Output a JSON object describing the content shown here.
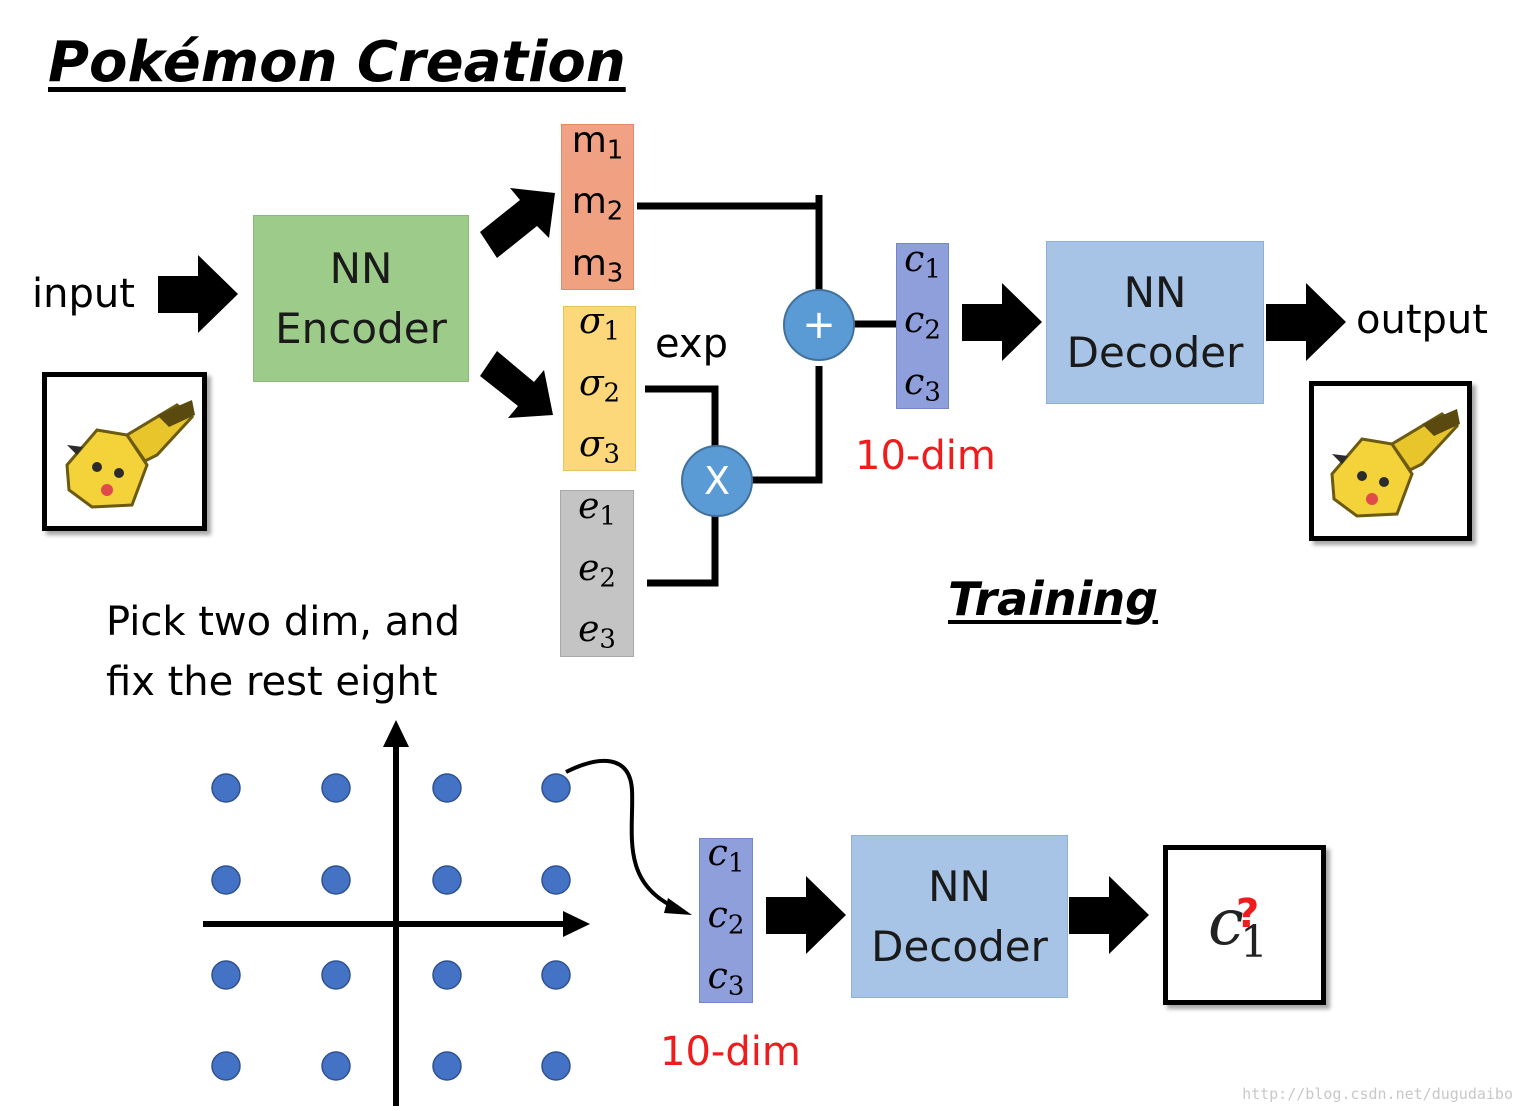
{
  "title": "Pokémon Creation",
  "input_label": "input",
  "output_label": "output",
  "encoder": {
    "line1": "NN",
    "line2": "Encoder"
  },
  "decoder_top": {
    "line1": "NN",
    "line2": "Decoder"
  },
  "decoder_bottom": {
    "line1": "NN",
    "line2": "Decoder"
  },
  "mean_vector": [
    "m1",
    "m2",
    "m3"
  ],
  "sigma_vector": [
    "σ1",
    "σ2",
    "σ3"
  ],
  "noise_vector": [
    "e1",
    "e2",
    "e3"
  ],
  "code_vector_top": [
    "c1",
    "c2",
    "c3"
  ],
  "code_vector_bottom": [
    "c1",
    "c2",
    "c3"
  ],
  "exp_label": "exp",
  "plus_symbol": "+",
  "times_symbol": "X",
  "dim_label_top": "10-dim",
  "dim_label_bottom": "10-dim",
  "training_label": "Training",
  "pick_text": {
    "line1": "Pick two dim, and",
    "line2": "fix the rest eight"
  },
  "result_glyph": {
    "letter": "c",
    "subscript": "1",
    "mark": "?"
  },
  "watermark": "http://blog.csdn.net/dugudaibo",
  "colors": {
    "encoder": "#9dcc8a",
    "decoder": "#a7c4e6",
    "mean": "#f1a184",
    "sigma": "#fcd87a",
    "noise": "#c4c4c4",
    "code": "#8e9fdc",
    "node": "#5b9bd5",
    "dim_text": "#ee1c1c"
  },
  "grid": {
    "rows": 4,
    "cols": 4
  }
}
